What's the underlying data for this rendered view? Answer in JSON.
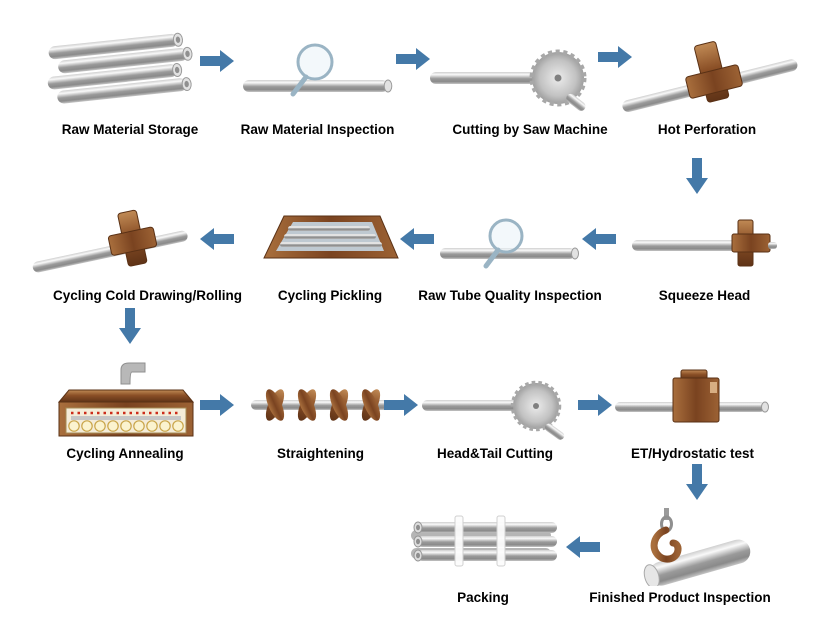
{
  "colors": {
    "arrow": "#4479A8",
    "copper_dark": "#8a4f26",
    "copper_light": "#c08a55",
    "steel_gray": "#b8b8b8",
    "label_text": "#000000",
    "background": "#ffffff"
  },
  "diagram": {
    "type": "process-flow",
    "steps": [
      {
        "id": 1,
        "label": "Raw Material Storage",
        "icon": "stacked-tubes"
      },
      {
        "id": 2,
        "label": "Raw Material Inspection",
        "icon": "tube-with-magnifier"
      },
      {
        "id": 3,
        "label": "Cutting by Saw Machine",
        "icon": "tube-with-saw-blade"
      },
      {
        "id": 4,
        "label": "Hot Perforation",
        "icon": "tube-with-cross-die"
      },
      {
        "id": 5,
        "label": "Squeeze Head",
        "icon": "tube-with-squeeze-die"
      },
      {
        "id": 6,
        "label": "Raw Tube Quality Inspection",
        "icon": "tube-with-magnifier"
      },
      {
        "id": 7,
        "label": "Cycling Pickling",
        "icon": "pickling-bath"
      },
      {
        "id": 8,
        "label": "Cycling Cold Drawing/Rolling",
        "icon": "tube-with-cross-die"
      },
      {
        "id": 9,
        "label": "Cycling Annealing",
        "icon": "annealing-furnace"
      },
      {
        "id": 10,
        "label": "Straightening",
        "icon": "tube-with-spiral-rollers"
      },
      {
        "id": 11,
        "label": "Head&Tail Cutting",
        "icon": "tube-with-saw-blade"
      },
      {
        "id": 12,
        "label": "ET/Hydrostatic test",
        "icon": "tube-in-test-box"
      },
      {
        "id": 13,
        "label": "Finished Product Inspection",
        "icon": "crane-hook-with-tube-roll"
      },
      {
        "id": 14,
        "label": "Packing",
        "icon": "bundled-tubes"
      }
    ],
    "arrows": [
      {
        "from": 1,
        "to": 2,
        "direction": "right"
      },
      {
        "from": 2,
        "to": 3,
        "direction": "right"
      },
      {
        "from": 3,
        "to": 4,
        "direction": "right"
      },
      {
        "from": 4,
        "to": 5,
        "direction": "down"
      },
      {
        "from": 5,
        "to": 6,
        "direction": "left"
      },
      {
        "from": 6,
        "to": 7,
        "direction": "left"
      },
      {
        "from": 7,
        "to": 8,
        "direction": "left"
      },
      {
        "from": 8,
        "to": 9,
        "direction": "down"
      },
      {
        "from": 9,
        "to": 10,
        "direction": "right"
      },
      {
        "from": 10,
        "to": 11,
        "direction": "right"
      },
      {
        "from": 11,
        "to": 12,
        "direction": "right"
      },
      {
        "from": 12,
        "to": 13,
        "direction": "down"
      },
      {
        "from": 13,
        "to": 14,
        "direction": "left"
      }
    ]
  }
}
